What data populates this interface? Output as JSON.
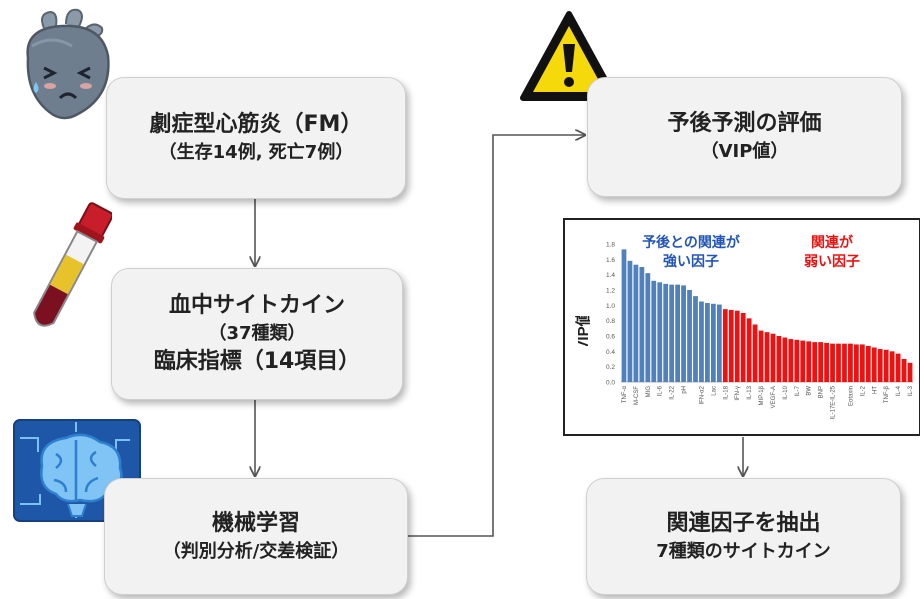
{
  "fm_box": {
    "line1": "劇症型心筋炎（FM）",
    "line2": "（生存14例, 死亡7例）"
  },
  "cytokine_box": {
    "line1": "血中サイトカイン",
    "line2": "（37種類）",
    "line3": "臨床指標（14項目）"
  },
  "ml_box": {
    "line1": "機械学習",
    "line2": "（判別分析/交差検証）"
  },
  "prediction_box": {
    "line1": "予後予測の評価",
    "line2": "（VIP値）"
  },
  "extraction_box": {
    "line1": "関連因子を抽出",
    "line2": "7種類のサイトカイン"
  },
  "annotations": {
    "strong": "予後との関連が\n強い因子",
    "weak": "関連が\n弱い因子"
  },
  "colors": {
    "strong": "#4f81bd",
    "weak": "#ee1111",
    "box_fill": "#f2f2f2",
    "arrow": "#555555"
  },
  "icons": [
    "sick-heart-icon",
    "blood-tube-icon",
    "brain-chip-icon",
    "warning-icon"
  ],
  "chart_data": {
    "type": "bar",
    "ylabel": "VIP値",
    "ylim": [
      0,
      1.8
    ],
    "yticks": [
      "0.0",
      "0.2",
      "0.4",
      "0.6",
      "0.8",
      "1.0",
      "1.2",
      "1.4",
      "1.6",
      "1.8"
    ],
    "values": [
      1.73,
      1.58,
      1.53,
      1.5,
      1.42,
      1.32,
      1.3,
      1.28,
      1.27,
      1.27,
      1.26,
      1.2,
      1.12,
      1.05,
      1.03,
      1.02,
      1.01,
      0.95,
      0.94,
      0.93,
      0.9,
      0.83,
      0.75,
      0.67,
      0.65,
      0.63,
      0.6,
      0.58,
      0.56,
      0.55,
      0.54,
      0.53,
      0.52,
      0.52,
      0.51,
      0.5,
      0.5,
      0.5,
      0.5,
      0.49,
      0.49,
      0.47,
      0.45,
      0.43,
      0.42,
      0.4,
      0.37,
      0.3,
      0.25
    ],
    "strong_count": 17,
    "tick_labels": [
      "TNF-α",
      "M-CSF",
      "MIG",
      "IL-6",
      "IL-22",
      "pH",
      "IFN-α2",
      "Lac",
      "IL-18",
      "IFN-γ",
      "IL-13",
      "MIP-1β",
      "VEGF-A",
      "IL-10",
      "IL-7",
      "BW",
      "BNP",
      "IL-17E-IL-25",
      "Eotaxin",
      "IL-2",
      "HT",
      "TNF-β",
      "IL-4",
      "IL-3"
    ]
  }
}
